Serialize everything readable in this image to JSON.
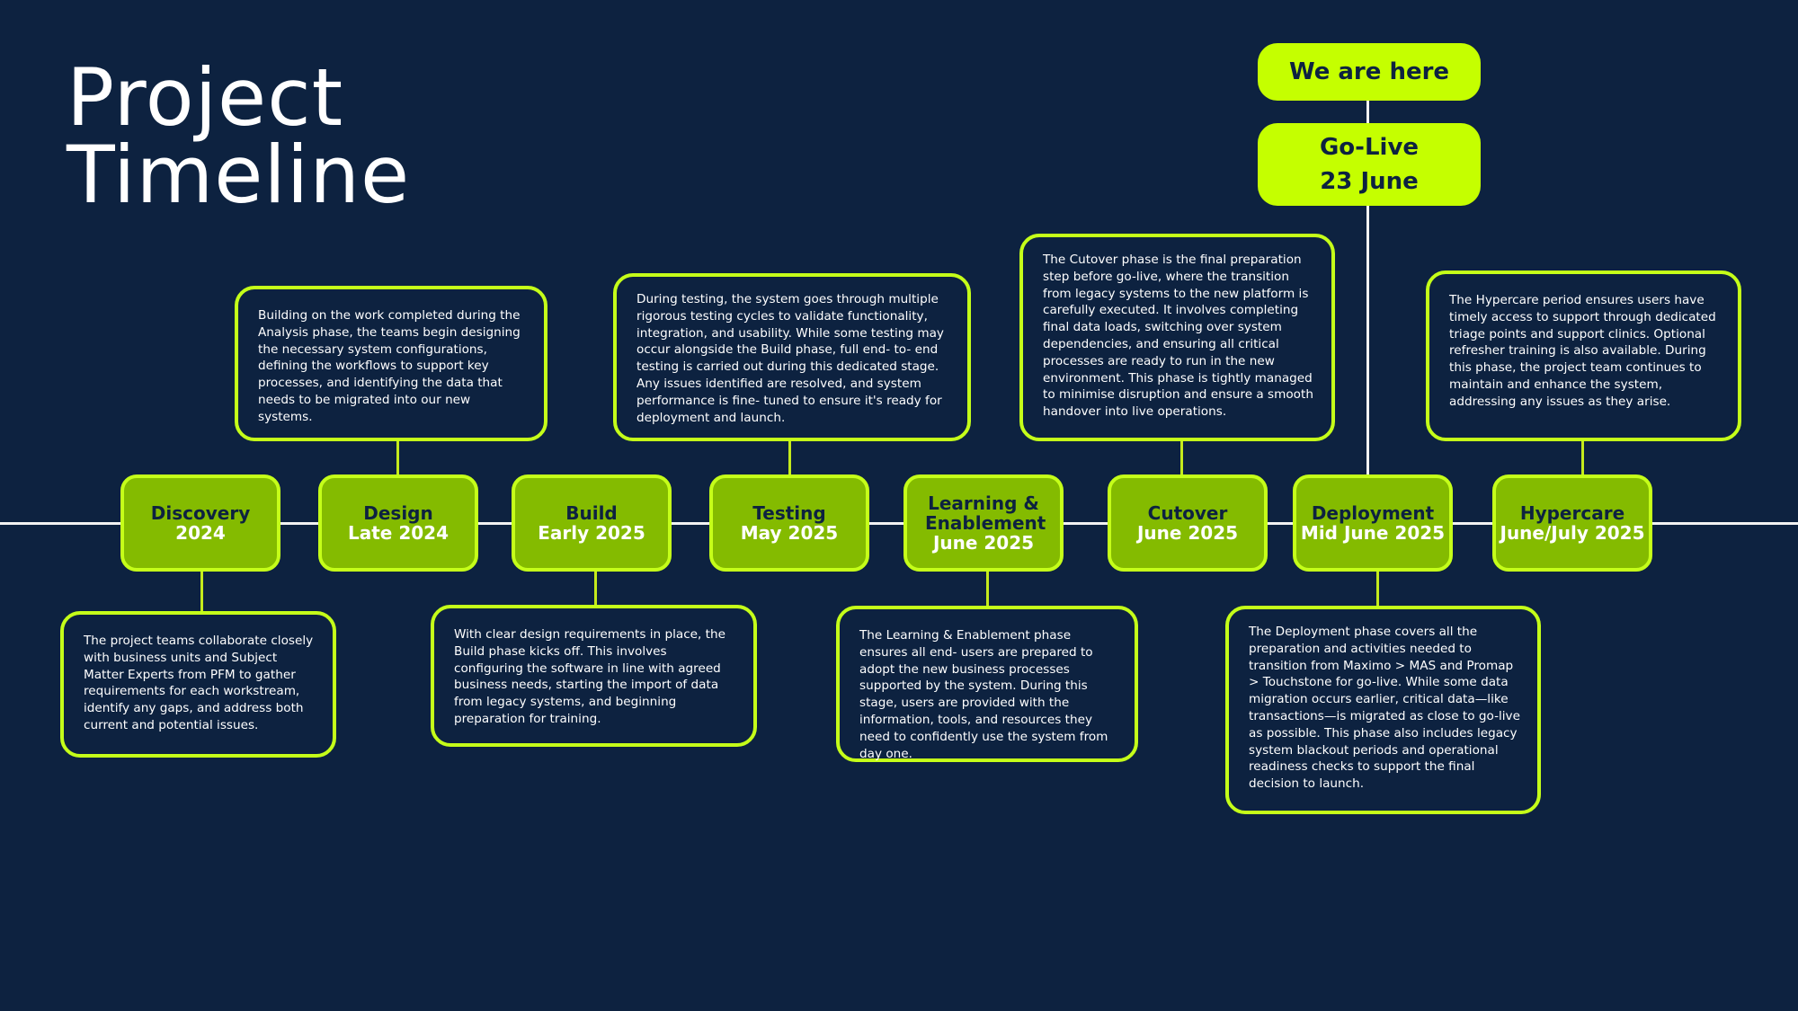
{
  "title": {
    "line1": "Project",
    "line2": "Timeline"
  },
  "marker": {
    "label": "We are here"
  },
  "golive": {
    "line1": "Go-Live",
    "line2": "23 June"
  },
  "colors": {
    "background": "#0d2240",
    "accent": "#c5ff00",
    "phase_fill": "#84bb00",
    "connector": "#c5ea1c"
  },
  "phases": [
    {
      "name": "Discovery",
      "date": "2024",
      "description": "The project teams collaborate closely with business units and Subject Matter Experts from PFM to gather requirements for each workstream, identify any gaps, and address both current and potential issues."
    },
    {
      "name": "Design",
      "date": "Late 2024",
      "description": "Building on the work completed during the Analysis phase, the teams begin designing the necessary system configurations, defining the workflows to support key processes, and identifying the data that needs to be migrated into our new systems."
    },
    {
      "name": "Build",
      "date": "Early 2025",
      "description": "With clear design requirements in place, the Build phase kicks off. This involves configuring the software in line with agreed business needs, starting the import of data from legacy systems, and beginning preparation for training."
    },
    {
      "name": "Testing",
      "date": "May 2025",
      "description": "During testing, the system goes through multiple rigorous testing cycles to validate functionality, integration, and usability. While some testing may occur alongside the Build phase, full end- to- end testing is carried out during this dedicated stage. Any issues identified are resolved, and system performance is fine- tuned to ensure it's ready for deployment and launch."
    },
    {
      "name": "Learning & Enablement",
      "date": "June 2025",
      "description": "The Learning & Enablement phase ensures all end- users are prepared to adopt the new business processes supported by the system. During this stage, users are provided with the information, tools, and resources they need to confidently use the system from day one."
    },
    {
      "name": "Cutover",
      "date": "June 2025",
      "description": "The Cutover phase is the final preparation step before go-live, where the transition from legacy systems to the new platform is carefully executed. It involves completing final data loads, switching over system dependencies, and ensuring all critical processes are ready to run in the new environment. This phase is tightly managed to minimise disruption and ensure a smooth handover into live operations."
    },
    {
      "name": "Deployment",
      "date": "Mid June 2025",
      "description": "The Deployment phase covers all the preparation and activities needed to transition from Maximo > MAS and Promap > Touchstone for go-live. While some data migration occurs earlier, critical data—like transactions—is migrated as close to go-live as possible. This phase also includes legacy system blackout periods and operational readiness checks to support the final decision to launch."
    },
    {
      "name": "Hypercare",
      "date": "June/July 2025",
      "description": "The Hypercare period ensures users have timely access to support through dedicated triage points and support clinics. Optional refresher training is also available. During this phase, the project team continues to maintain and enhance the system, addressing any issues as they arise."
    }
  ]
}
